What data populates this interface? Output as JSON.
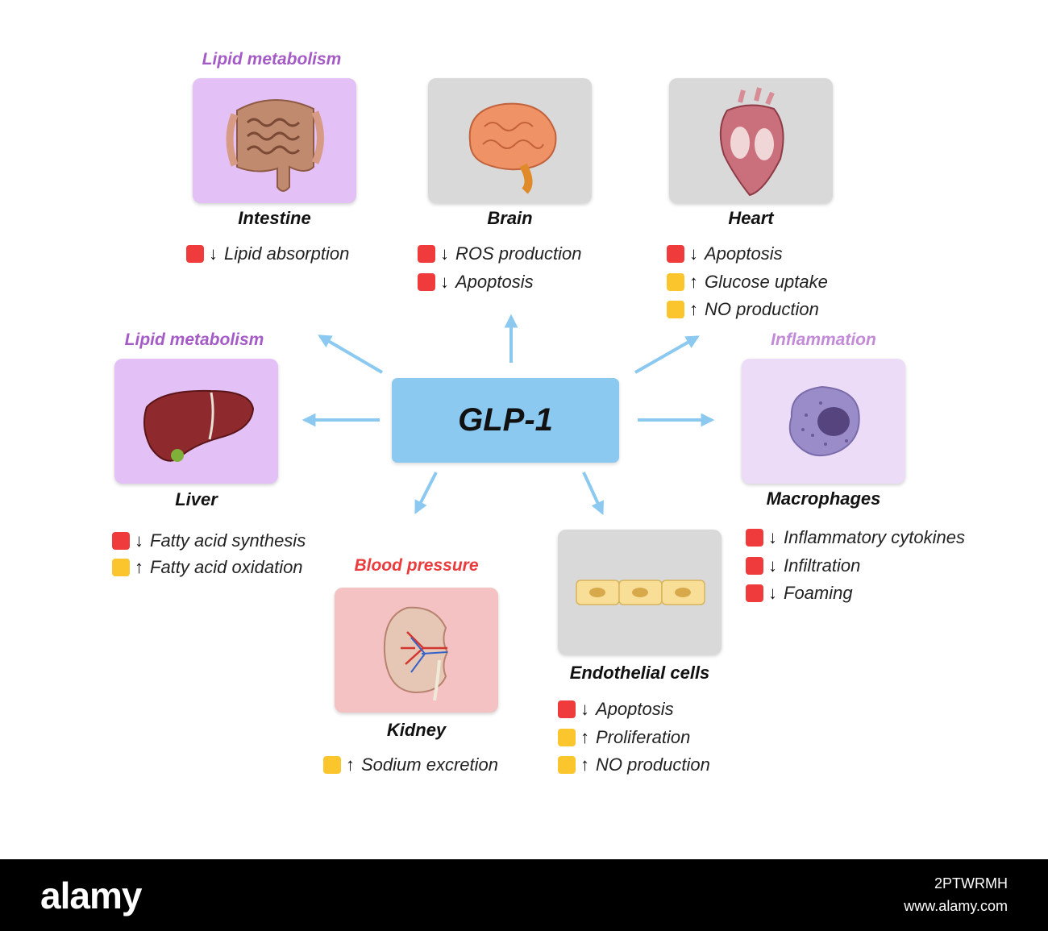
{
  "colors": {
    "decrease": "#ef3b3b",
    "increase": "#fbc62d",
    "arrow": "#8cc9f0",
    "lipid_label": "#a55bc5",
    "inflammation_label": "#c38ad8",
    "blood_pressure_label": "#ea3c3c"
  },
  "center": {
    "label": "GLP-1"
  },
  "organs": [
    {
      "id": "intestine",
      "name": "Intestine",
      "category": "Lipid metabolism",
      "icon": "intestine-icon",
      "effects": [
        {
          "dir": "down",
          "text": "Lipid absorption"
        }
      ]
    },
    {
      "id": "brain",
      "name": "Brain",
      "category": "",
      "icon": "brain-icon",
      "effects": [
        {
          "dir": "down",
          "text": "ROS production"
        },
        {
          "dir": "down",
          "text": "Apoptosis"
        }
      ]
    },
    {
      "id": "heart",
      "name": "Heart",
      "category": "",
      "icon": "heart-icon",
      "effects": [
        {
          "dir": "down",
          "text": "Apoptosis"
        },
        {
          "dir": "up",
          "text": "Glucose uptake"
        },
        {
          "dir": "up",
          "text": "NO production"
        }
      ]
    },
    {
      "id": "liver",
      "name": "Liver",
      "category": "Lipid metabolism",
      "icon": "liver-icon",
      "effects": [
        {
          "dir": "down",
          "text": "Fatty acid synthesis"
        },
        {
          "dir": "up",
          "text": "Fatty acid oxidation"
        }
      ]
    },
    {
      "id": "macrophages",
      "name": "Macrophages",
      "category": "Inflammation",
      "icon": "macrophage-icon",
      "effects": [
        {
          "dir": "down",
          "text": "Inflammatory cytokines"
        },
        {
          "dir": "down",
          "text": "Infiltration"
        },
        {
          "dir": "down",
          "text": "Foaming"
        }
      ]
    },
    {
      "id": "kidney",
      "name": "Kidney",
      "category": "Blood pressure",
      "icon": "kidney-icon",
      "effects": [
        {
          "dir": "up",
          "text": "Sodium excretion"
        }
      ]
    },
    {
      "id": "endothelial",
      "name": "Endothelial cells",
      "category": "",
      "icon": "endothelial-cells-icon",
      "effects": [
        {
          "dir": "down",
          "text": "Apoptosis"
        },
        {
          "dir": "up",
          "text": "Proliferation"
        },
        {
          "dir": "up",
          "text": "NO production"
        }
      ]
    }
  ],
  "arrow_glyphs": {
    "down": "↓",
    "up": "↑"
  },
  "footer": {
    "brand": "alamy",
    "image_id": "2PTWRMH",
    "site": "www.alamy.com"
  }
}
